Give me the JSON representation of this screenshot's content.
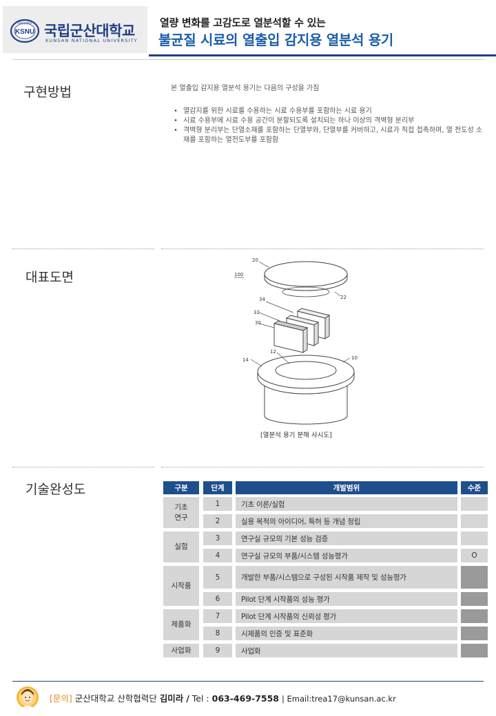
{
  "header": {
    "logo_badge": "KSNU",
    "logo_emblem_text": "국립군산대학교",
    "university_kor": "국립군산대학교",
    "university_eng": "KUNSAN NATIONAL UNIVERSITY",
    "subtitle": "열량 변화를 고감도로 열분석할 수 있는",
    "title": "불균질 시료의 열출입 감지용 열분석 용기"
  },
  "colors": {
    "navy": "#1f3f86",
    "title_blue": "#1a5ea8",
    "table_header": "#1f4e8c",
    "cell_gray": "#d6d6d6",
    "cell_dark": "#9a9a9a",
    "inquiry_orange": "#e08a1c"
  },
  "implementation": {
    "title": "구현방법",
    "intro": "본 열출입 감지용 열분석 용기는 다음의 구성을 가짐",
    "bullets": [
      "열감지를 위한 시료를 수용하는 시료 수용부를 포함하는 시료 용기",
      "시료 수용부에 시료 수용 공간이 분할되도록 설치되는 하나 이상의 격벽형 분리부",
      "격벽형 분리부는 단열소재를 포함하는 단열부와, 단열부를 커버하고,  시료가 직접 접촉하며, 열 전도성 소재를 포함하는 열전도부를 포함함"
    ]
  },
  "drawing": {
    "title": "대표도면",
    "labels": {
      "assembly": "100",
      "lid": "20",
      "lid_bottom": "22",
      "layer_34": "34",
      "layer_32": "32",
      "layer_30": "30",
      "cavity": "12",
      "rim": "14",
      "body": "10"
    },
    "caption": "[열분석 용기 분해 사시도]"
  },
  "maturity": {
    "title": "기술완성도",
    "headers": {
      "category": "구분",
      "stage": "단계",
      "scope": "개발범위",
      "level": "수준"
    },
    "groups": [
      {
        "name": "기초\n연구"
      },
      {
        "name": "실험"
      },
      {
        "name": "시작품"
      },
      {
        "name": "제품화"
      },
      {
        "name": "사업화"
      }
    ],
    "rows": [
      {
        "stage": "1",
        "scope": "기초 이론/실험",
        "level": ""
      },
      {
        "stage": "2",
        "scope": "실용 목적의 아이디어, 특허 등 개념 정립",
        "level": ""
      },
      {
        "stage": "3",
        "scope": "연구실 규모의 기본 성능 검증",
        "level": ""
      },
      {
        "stage": "4",
        "scope": "연구실 규모의 부품/시스템 성능평가",
        "level": "O"
      },
      {
        "stage": "5",
        "scope": "개발한 부품/시스템으로  구성된 시작품 제작 및 성능평가",
        "level": ""
      },
      {
        "stage": "6",
        "scope": "Pilot 단계 시작품의 성능 평가",
        "level": ""
      },
      {
        "stage": "7",
        "scope": "Pilot 단계 시작품의 신뢰성 평가",
        "level": ""
      },
      {
        "stage": "8",
        "scope": "시제품의 인증 및 표준화",
        "level": ""
      },
      {
        "stage": "9",
        "scope": "사업화",
        "level": ""
      }
    ]
  },
  "footer": {
    "inquiry": "[문의]",
    "org": "군산대학교 산학협력단",
    "name": "김미라",
    "slash": "/",
    "tel_label": "Tel :",
    "tel": "063-469-7558",
    "email": "| Email:trea17@kunsan.ac.kr"
  }
}
